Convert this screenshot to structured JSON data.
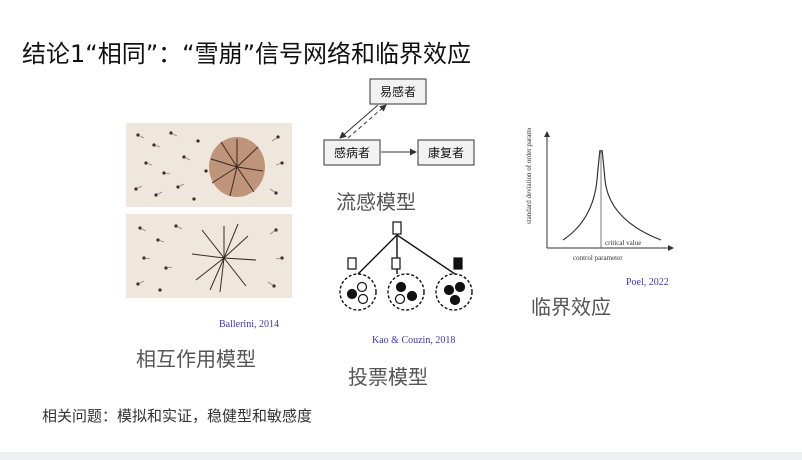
{
  "slide": {
    "title": "结论1“相同”：“雪崩”信号网络和临界效应",
    "footer": "相关问题：模拟和实证，稳健型和敏感度"
  },
  "panels": {
    "interaction": {
      "label": "相互作用模型",
      "citation": "Ballerini, 2014"
    },
    "flu": {
      "label": "流感模型",
      "nodes": {
        "susceptible": "易感者",
        "infected": "感病者",
        "recovered": "康复者"
      }
    },
    "voting": {
      "label": "投票模型",
      "citation": "Kao & Couzin, 2018"
    },
    "critical": {
      "label": "临界效应",
      "citation": "Poel, 2022",
      "ylabel": "standard deviation of order parameter",
      "xlabel": "control parameter",
      "annotation": "critical value"
    }
  },
  "colors": {
    "citation": "#3a3ab5",
    "photo_bg": "#efe6dc",
    "photo_blob": "#b5866a"
  }
}
